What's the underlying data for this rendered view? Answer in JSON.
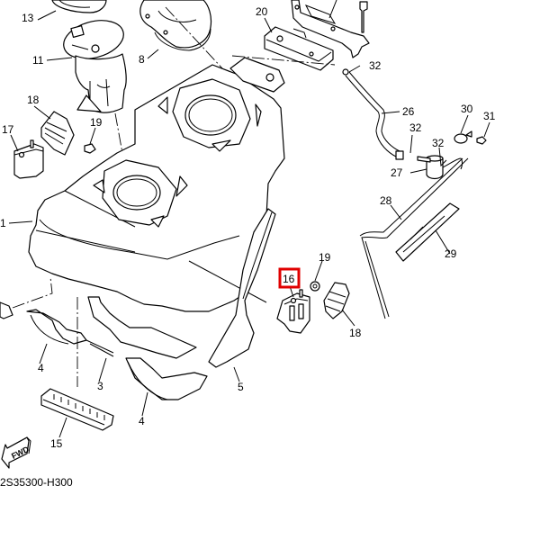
{
  "diagram": {
    "type": "exploded-parts-diagram",
    "subject": "fuel tank assembly",
    "reference_code": "2S35300-H300",
    "direction_indicator": "FWD",
    "highlighted_callout": "16",
    "highlight_color": "#e00000",
    "line_color": "#000000",
    "background_color": "#ffffff"
  },
  "callouts": [
    {
      "id": "c13",
      "label": "13"
    },
    {
      "id": "c11",
      "label": "11"
    },
    {
      "id": "c8",
      "label": "8"
    },
    {
      "id": "c20",
      "label": "20"
    },
    {
      "id": "c32a",
      "label": "32"
    },
    {
      "id": "c18a",
      "label": "18"
    },
    {
      "id": "c19a",
      "label": "19"
    },
    {
      "id": "c17",
      "label": "17"
    },
    {
      "id": "c26",
      "label": "26"
    },
    {
      "id": "c30",
      "label": "30"
    },
    {
      "id": "c31",
      "label": "31"
    },
    {
      "id": "c32b",
      "label": "32"
    },
    {
      "id": "c32c",
      "label": "32"
    },
    {
      "id": "c27",
      "label": "27"
    },
    {
      "id": "c28",
      "label": "28"
    },
    {
      "id": "c29",
      "label": "29"
    },
    {
      "id": "c1",
      "label": "1"
    },
    {
      "id": "c19b",
      "label": "19"
    },
    {
      "id": "c16",
      "label": "16"
    },
    {
      "id": "c18b",
      "label": "18"
    },
    {
      "id": "c4a",
      "label": "4"
    },
    {
      "id": "c3",
      "label": "3"
    },
    {
      "id": "c5",
      "label": "5"
    },
    {
      "id": "c4b",
      "label": "4"
    },
    {
      "id": "c15",
      "label": "15"
    }
  ]
}
